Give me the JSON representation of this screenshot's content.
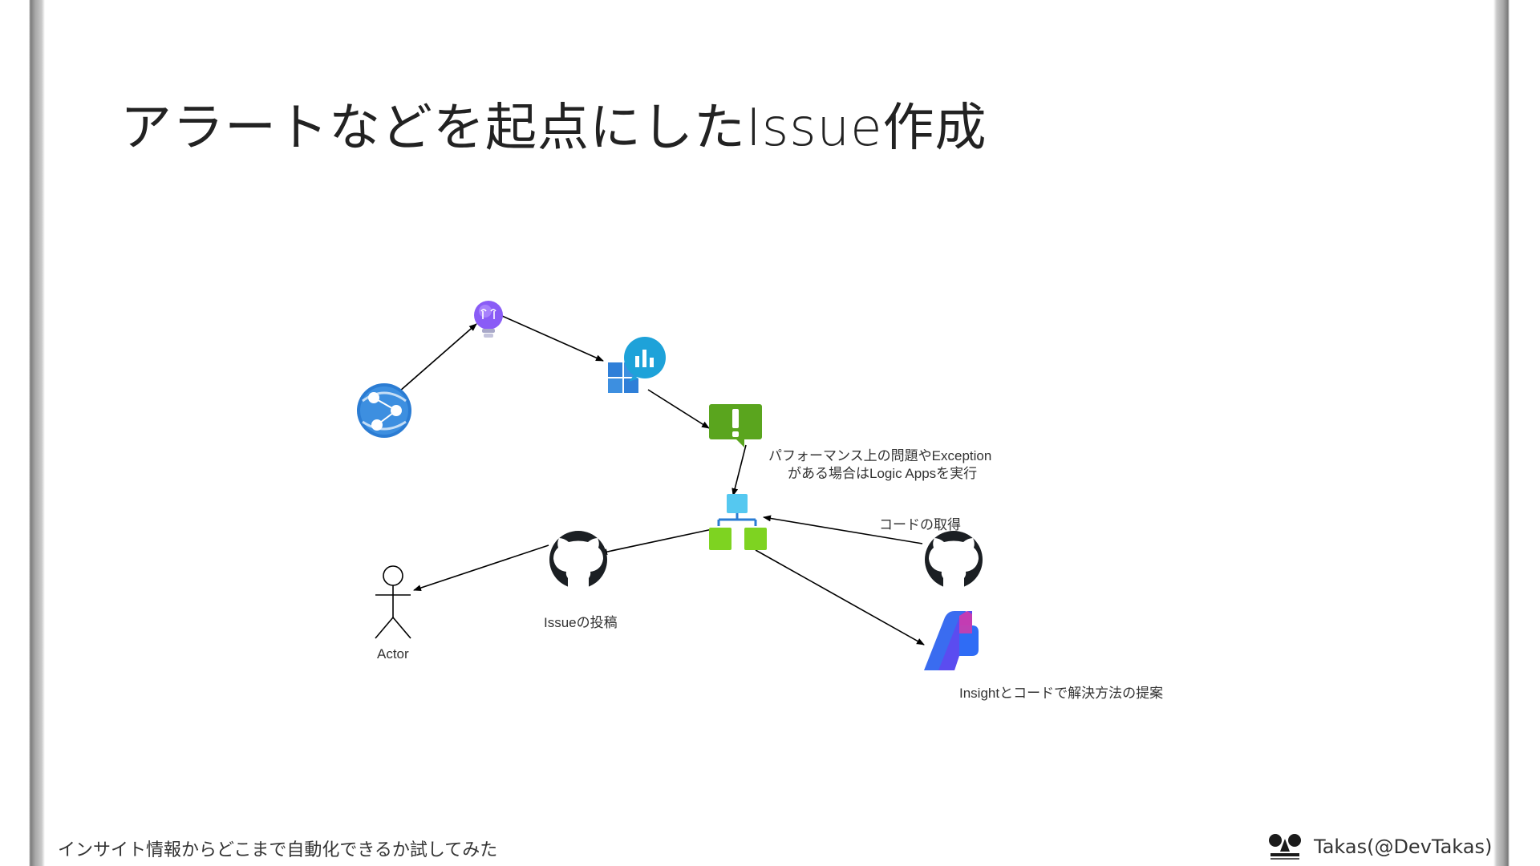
{
  "slide": {
    "title": "アラートなどを起点にしたIssue作成",
    "footer_left": "インサイト情報からどこまで自動化できるか試してみた",
    "footer_right": "Takas(@DevTakas)"
  },
  "diagram": {
    "nodes": [
      {
        "id": "app-service",
        "icon": "app-service-icon"
      },
      {
        "id": "app-insights",
        "icon": "lightbulb-insights-icon"
      },
      {
        "id": "azure-monitor",
        "icon": "monitor-dashboard-icon"
      },
      {
        "id": "alert",
        "icon": "alert-exclamation-icon"
      },
      {
        "id": "logic-apps",
        "icon": "logic-apps-icon"
      },
      {
        "id": "github-issue",
        "icon": "github-icon"
      },
      {
        "id": "github-code",
        "icon": "github-icon"
      },
      {
        "id": "azure-openai",
        "icon": "azure-ai-icon"
      },
      {
        "id": "actor",
        "icon": "actor-stick-figure-icon"
      }
    ],
    "labels": {
      "alert_note_line1": "パフォーマンス上の問題やException",
      "alert_note_line2": "がある場合はLogic Appsを実行",
      "code_fetch": "コードの取得",
      "issue_post": "Issueの投稿",
      "actor": "Actor",
      "proposal": "Insightとコードで解決方法の提案"
    },
    "colors": {
      "app_service": "#2b7cd3",
      "insights": "#8a5cf6",
      "monitor": "#1e88e5",
      "alert": "#5aa51e",
      "logic_apps_top": "#55c8f0",
      "logic_apps_bottom": "#7ed321",
      "github": "#1b1f23",
      "ai": "#3a6cf0"
    }
  }
}
